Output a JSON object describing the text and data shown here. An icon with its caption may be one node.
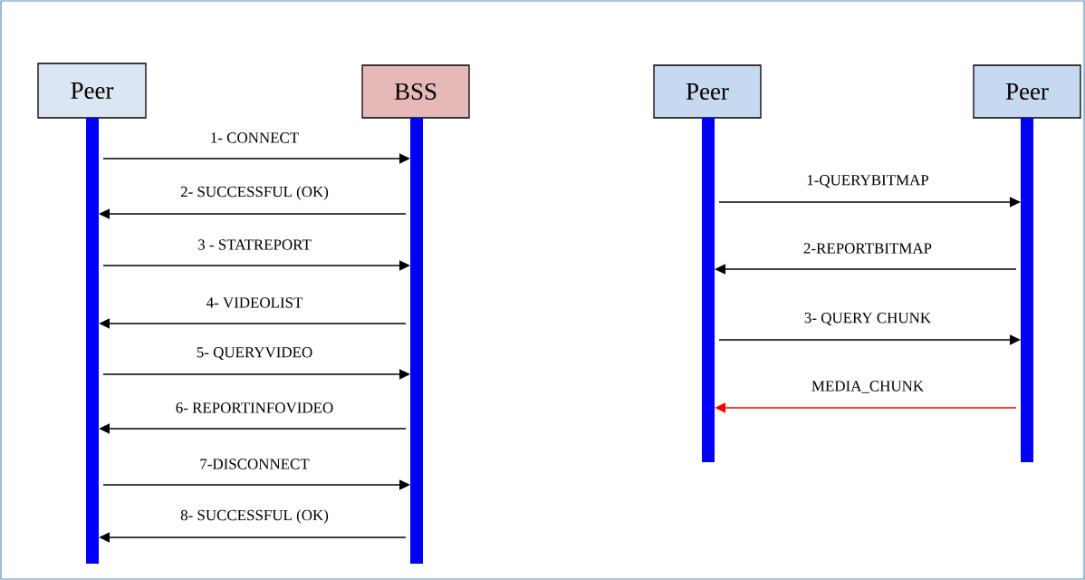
{
  "diagram": {
    "nodes": [
      {
        "text": [
          "Peer"
        ]
      },
      {
        "text": [
          "BSS"
        ]
      },
      {
        "text": [
          "Peer"
        ]
      },
      {
        "text": [
          "Peer"
        ]
      },
      {
        "text": [],
        "shape": "bar"
      },
      {
        "text": [],
        "shape": "bar"
      },
      {
        "text": [],
        "shape": "bar"
      },
      {
        "text": [],
        "shape": "bar"
      }
    ],
    "edges": [
      {
        "from": 4,
        "to": 5,
        "arrow": "to",
        "label": "1- CONNECT"
      },
      {
        "from": 5,
        "to": 4,
        "arrow": "to",
        "label": "2- SUCCESSFUL (OK)"
      },
      {
        "from": 4,
        "to": 5,
        "arrow": "to",
        "label": "3 - STATREPORT"
      },
      {
        "from": 5,
        "to": 4,
        "arrow": "to",
        "label": "4- VIDEOLIST"
      },
      {
        "from": 4,
        "to": 5,
        "arrow": "to",
        "label": "5- QUERYVIDEO"
      },
      {
        "from": 5,
        "to": 4,
        "arrow": "to",
        "label": "6- REPORTINFOVIDEO"
      },
      {
        "from": 4,
        "to": 5,
        "arrow": "to",
        "label": "7-DISCONNECT"
      },
      {
        "from": 5,
        "to": 4,
        "arrow": "to",
        "label": "8- SUCCESSFUL (OK)"
      },
      {
        "from": 6,
        "to": 7,
        "arrow": "to",
        "label": "1-QUERYBITMAP"
      },
      {
        "from": 7,
        "to": 6,
        "arrow": "to",
        "label": "2-REPORTBITMAP"
      },
      {
        "from": 6,
        "to": 7,
        "arrow": "to",
        "label": "3- QUERY CHUNK"
      },
      {
        "from": 7,
        "to": 6,
        "arrow": "to",
        "label": "MEDIA_CHUNK",
        "color": "#ff0000"
      }
    ]
  }
}
